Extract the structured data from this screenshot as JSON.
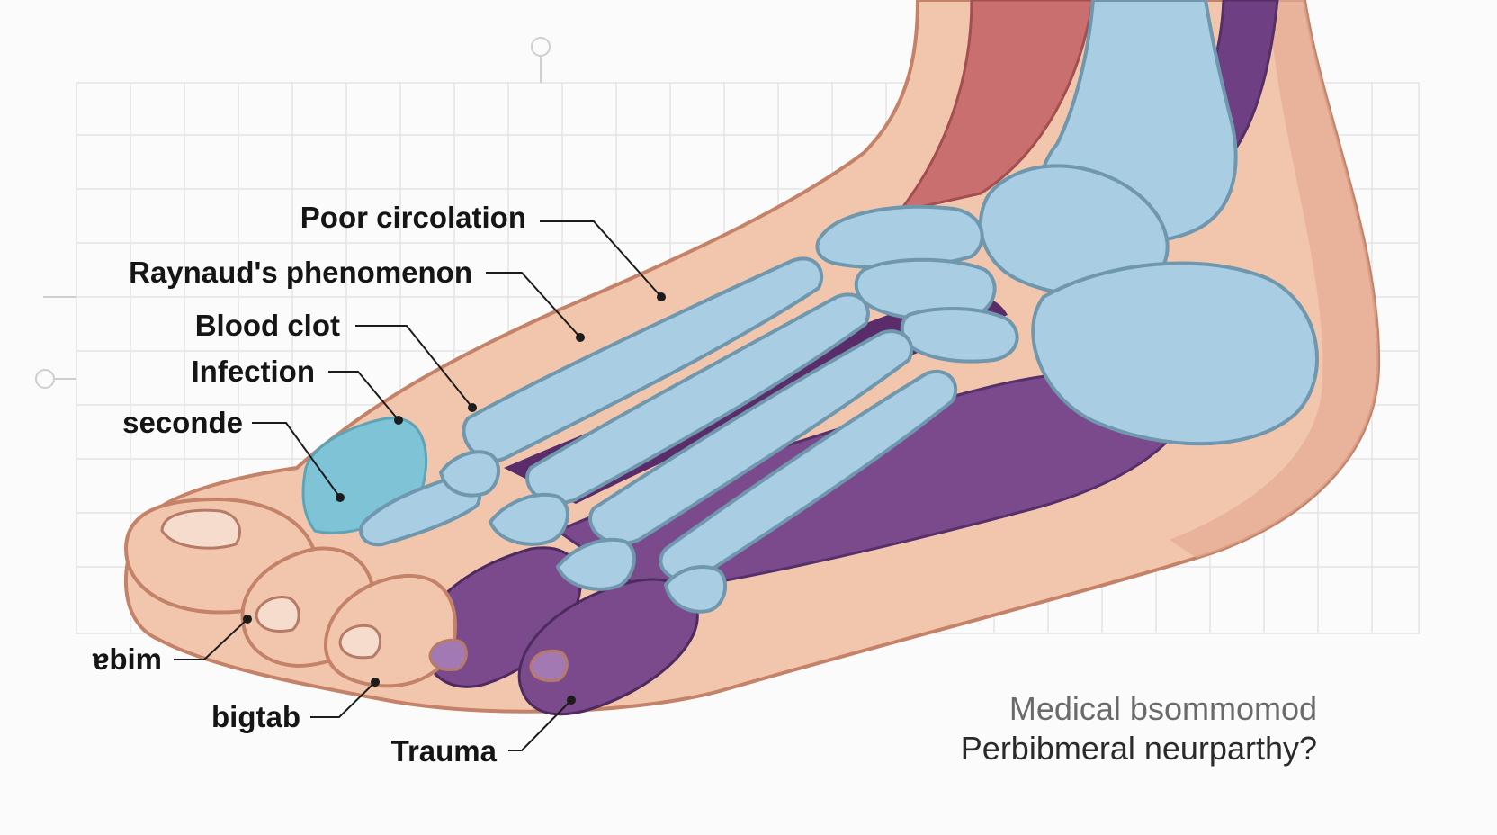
{
  "labels": {
    "poor_circulation": "Poor circolation",
    "raynauds": "Raynaud's phenomenon",
    "blood_clot": "Blood clot",
    "infection": "Infection",
    "seconde": "seconde",
    "upim": "ɐbim",
    "bigtab": "bigtab",
    "trauma": "Trauma"
  },
  "caption": {
    "line1": "Medical bsommomod",
    "line2": "Perbibmeral neurparthy?"
  },
  "colors": {
    "skin": "#f2c6ad",
    "skin_outline": "#c48268",
    "bone": "#a9cde2",
    "bone_outline": "#6f97ae",
    "muscle_purple": "#7a4a8c",
    "muscle_red": "#c97070",
    "cyanosis": "#7fc3d6",
    "grid": "#e2e2e2"
  }
}
